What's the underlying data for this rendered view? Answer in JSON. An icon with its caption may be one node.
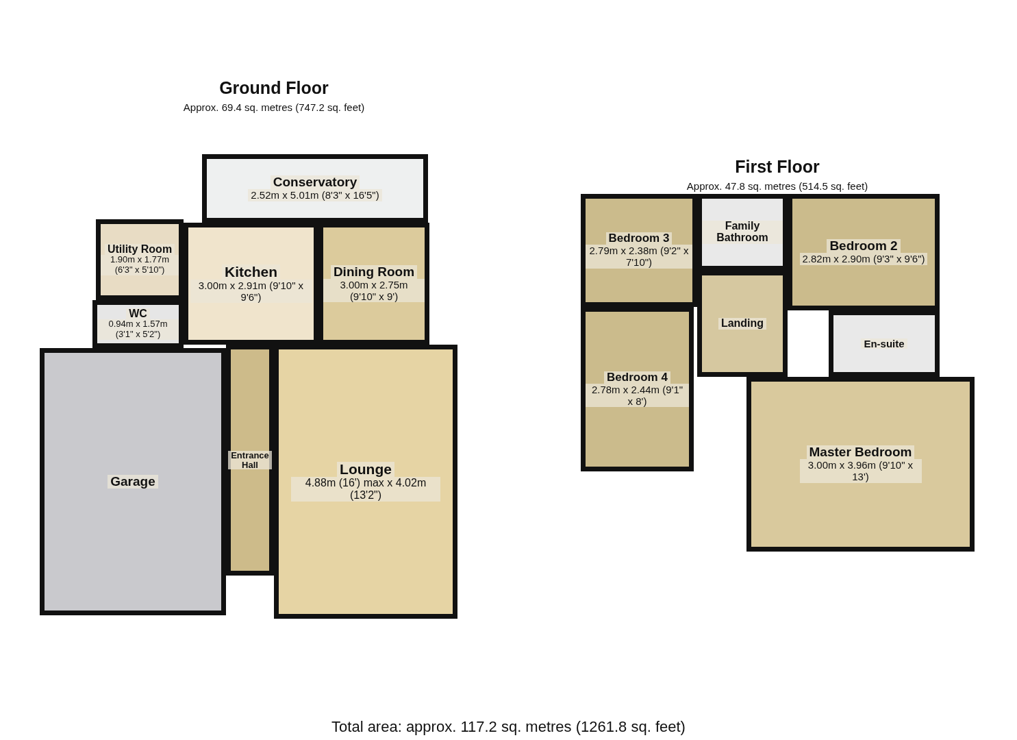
{
  "diagram": {
    "caption": "Total area: approx. 117.2 sq. metres (1261.8 sq. feet)",
    "nodes": [
      {
        "text": [
          "Ground Floor",
          "Approx. 69.4 sq. metres (747.2 sq. feet)"
        ]
      },
      {
        "text": [
          "Conservatory",
          "2.52m x 5.01m (8'3\" x 16'5\")"
        ],
        "in": 0
      },
      {
        "text": [
          "Utility Room",
          "1.90m x 1.77m (6'3\" x 5'10\")"
        ],
        "in": 0
      },
      {
        "text": [
          "Kitchen",
          "3.00m x 2.91m (9'10\" x 9'6\")"
        ],
        "in": 0
      },
      {
        "text": [
          "Dining Room",
          "3.00m x 2.75m (9'10\" x 9')"
        ],
        "in": 0
      },
      {
        "text": [
          "WC",
          "0.94m x 1.57m (3'1\" x 5'2\")"
        ],
        "in": 0
      },
      {
        "text": [
          "Garage"
        ],
        "in": 0
      },
      {
        "text": [
          "Entrance Hall"
        ],
        "in": 0
      },
      {
        "text": [
          "Lounge",
          "4.88m (16') max x 4.02m (13'2\")"
        ],
        "in": 0
      },
      {
        "text": [
          "First Floor",
          "Approx. 47.8 sq. metres (514.5 sq. feet)"
        ]
      },
      {
        "text": [
          "Bedroom 3",
          "2.79m x 2.38m (9'2\" x 7'10\")"
        ],
        "in": 9
      },
      {
        "text": [
          "Family Bathroom"
        ],
        "in": 9
      },
      {
        "text": [
          "Bedroom 2",
          "2.82m x 2.90m (9'3\" x 9'6\")"
        ],
        "in": 9
      },
      {
        "text": [
          "Landing"
        ],
        "in": 9
      },
      {
        "text": [
          "Bedroom 4",
          "2.78m x 2.44m (9'1\" x 8')"
        ],
        "in": 9
      },
      {
        "text": [
          "En-suite"
        ],
        "in": 9
      },
      {
        "text": [
          "Master Bedroom",
          "3.00m x 3.96m (9'10\" x 13')"
        ],
        "in": 9
      }
    ]
  }
}
